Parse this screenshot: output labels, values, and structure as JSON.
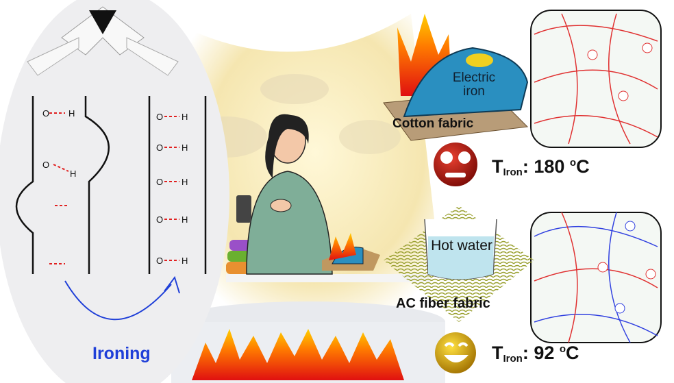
{
  "left_panel": {
    "arrow_label": "Ironing",
    "atom_h": "H",
    "atom_o": "O"
  },
  "top_right": {
    "iron_label": "Electric iron",
    "fabric_label": "Cotton fabric",
    "temp_prefix": "T",
    "temp_sub": "Iron",
    "temp_value": ": 180 ",
    "temp_sup": "o",
    "temp_unit": "C"
  },
  "bottom_right": {
    "beaker_label": "Hot water",
    "fabric_label": "AC fiber fabric",
    "temp_prefix": "T",
    "temp_sub": "Iron",
    "temp_value": ": 92 ",
    "temp_sup": "o",
    "temp_unit": "C"
  },
  "colors": {
    "ironing_blue": "#1f3fd8",
    "iron_blue": "#2a8fc0",
    "sad_face": "#b81c10",
    "happy_face": "#e0b000",
    "network_red": "#e03030",
    "network_blue": "#3040e0"
  }
}
